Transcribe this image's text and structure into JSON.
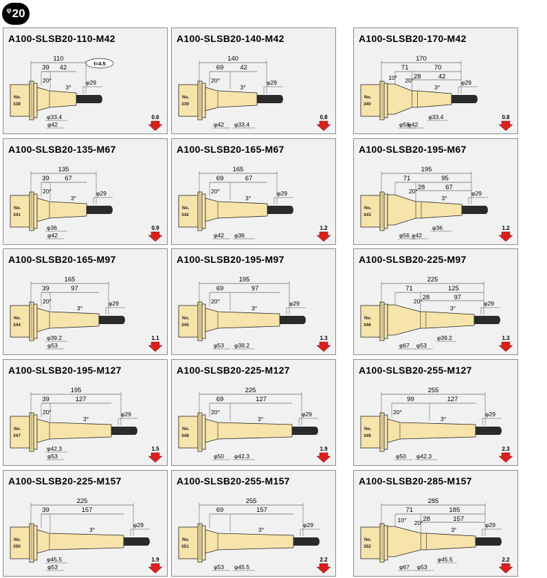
{
  "header": {
    "badge_phi": "φ",
    "badge_size": "20"
  },
  "colors": {
    "body": "#f7e4ab",
    "outline": "#222222",
    "shank": "#2a2a2a",
    "arrow": "#d8201d",
    "card_bg": "#f1f1f1"
  },
  "icons": {
    "weight": "down-arrow-icon",
    "phi": "phi-symbol"
  },
  "cards": [
    {
      "title": "A100-SLSB20-110-M42",
      "no": "338",
      "L": "110",
      "segs": [
        "39",
        "42"
      ],
      "angles": [
        "20°",
        "3°"
      ],
      "dia_d": "φ29",
      "dia_s": [
        "φ33.4",
        "φ42"
      ],
      "weight": "0.6",
      "tol": "t=4.5",
      "taper10": ""
    },
    {
      "title": "A100-SLSB20-140-M42",
      "no": "339",
      "L": "140",
      "segs": [
        "69",
        "42"
      ],
      "angles": [
        "20°",
        "3°"
      ],
      "dia_d": "φ29",
      "dia_s": [
        "φ42",
        "φ33.4"
      ],
      "weight": "0.8",
      "tol": "",
      "taper10": ""
    },
    {
      "title": "A100-SLSB20-170-M42",
      "no": "340",
      "L": "170",
      "segs": [
        "71",
        "70",
        "28",
        "42"
      ],
      "angles": [
        "20°",
        "3°"
      ],
      "dia_d": "φ29",
      "dia_s": [
        "φ56",
        "φ42",
        "φ33.4"
      ],
      "weight": "0.8",
      "tol": "",
      "taper10": "10°"
    },
    {
      "title": "A100-SLSB20-135-M67",
      "no": "341",
      "L": "135",
      "segs": [
        "39",
        "67"
      ],
      "angles": [
        "20°",
        "3°"
      ],
      "dia_d": "φ29",
      "dia_s": [
        "φ36",
        "φ42"
      ],
      "weight": "0.9",
      "tol": "",
      "taper10": ""
    },
    {
      "title": "A100-SLSB20-165-M67",
      "no": "342",
      "L": "165",
      "segs": [
        "69",
        "67"
      ],
      "angles": [
        "20°",
        "3°"
      ],
      "dia_d": "φ29",
      "dia_s": [
        "φ42",
        "φ36"
      ],
      "weight": "1.2",
      "tol": "",
      "taper10": ""
    },
    {
      "title": "A100-SLSB20-195-M67",
      "no": "343",
      "L": "195",
      "segs": [
        "71",
        "95",
        "28",
        "67"
      ],
      "angles": [
        "20°",
        "3°"
      ],
      "dia_d": "φ29",
      "dia_s": [
        "φ56",
        "φ42",
        "φ36"
      ],
      "weight": "1.2",
      "tol": "",
      "taper10": ""
    },
    {
      "title": "A100-SLSB20-165-M97",
      "no": "344",
      "L": "165",
      "segs": [
        "39",
        "97"
      ],
      "angles": [
        "20°",
        "3°"
      ],
      "dia_d": "φ29",
      "dia_s": [
        "φ39.2",
        "φ53"
      ],
      "weight": "1.1",
      "tol": "",
      "taper10": ""
    },
    {
      "title": "A100-SLSB20-195-M97",
      "no": "345",
      "L": "195",
      "segs": [
        "69",
        "97"
      ],
      "angles": [
        "20°",
        "3°"
      ],
      "dia_d": "φ29",
      "dia_s": [
        "φ53",
        "φ39.2"
      ],
      "weight": "1.3",
      "tol": "",
      "taper10": ""
    },
    {
      "title": "A100-SLSB20-225-M97",
      "no": "346",
      "L": "225",
      "segs": [
        "71",
        "125",
        "28",
        "97"
      ],
      "angles": [
        "20°",
        "3°"
      ],
      "dia_d": "φ29",
      "dia_s": [
        "φ67",
        "φ53",
        "φ39.2"
      ],
      "weight": "1.3",
      "tol": "",
      "taper10": ""
    },
    {
      "title": "A100-SLSB20-195-M127",
      "no": "347",
      "L": "195",
      "segs": [
        "39",
        "127"
      ],
      "angles": [
        "20°",
        "3°"
      ],
      "dia_d": "φ29",
      "dia_s": [
        "φ42.3",
        "φ53"
      ],
      "weight": "1.5",
      "tol": "",
      "taper10": ""
    },
    {
      "title": "A100-SLSB20-225-M127",
      "no": "348",
      "L": "225",
      "segs": [
        "69",
        "127"
      ],
      "angles": [
        "20°",
        "3°"
      ],
      "dia_d": "φ29",
      "dia_s": [
        "φ50",
        "φ42.3"
      ],
      "weight": "1.9",
      "tol": "",
      "taper10": ""
    },
    {
      "title": "A100-SLSB20-255-M127",
      "no": "349",
      "L": "255",
      "segs": [
        "99",
        "127"
      ],
      "angles": [
        "20°",
        "3°"
      ],
      "dia_d": "φ29",
      "dia_s": [
        "φ50",
        "φ42.3"
      ],
      "weight": "2.3",
      "tol": "",
      "taper10": ""
    },
    {
      "title": "A100-SLSB20-225-M157",
      "no": "350",
      "L": "225",
      "segs": [
        "39",
        "157"
      ],
      "angles": [
        "",
        "3°"
      ],
      "dia_d": "φ29",
      "dia_s": [
        "φ45.5",
        "φ53"
      ],
      "weight": "1.9",
      "tol": "",
      "taper10": ""
    },
    {
      "title": "A100-SLSB20-255-M157",
      "no": "351",
      "L": "255",
      "segs": [
        "69",
        "157"
      ],
      "angles": [
        "",
        "3°"
      ],
      "dia_d": "φ29",
      "dia_s": [
        "φ53",
        "φ45.5"
      ],
      "weight": "2.2",
      "tol": "",
      "taper10": ""
    },
    {
      "title": "A100-SLSB20-285-M157",
      "no": "352",
      "L": "285",
      "segs": [
        "71",
        "185",
        "28",
        "157"
      ],
      "angles": [
        "20°",
        "3°"
      ],
      "dia_d": "φ29",
      "dia_s": [
        "φ67",
        "φ53",
        "φ45.5"
      ],
      "weight": "2.2",
      "tol": "",
      "taper10": "10°"
    }
  ]
}
